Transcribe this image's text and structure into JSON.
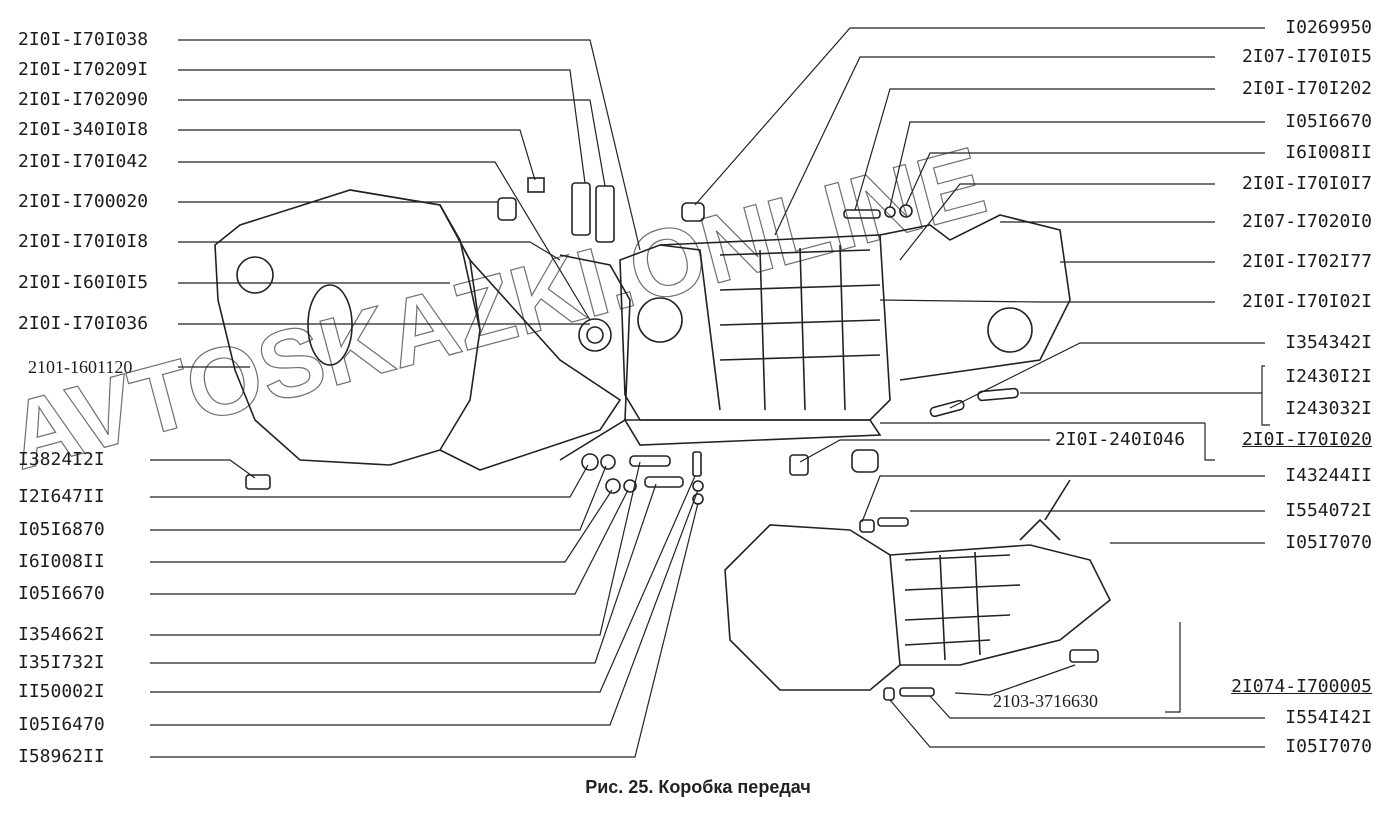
{
  "caption": "Рис. 25. Коробка передач",
  "watermark": "AVTOSKAZKI.ONLINE",
  "left_labels": [
    "2I0I-I70I038",
    "2I0I-I70209I",
    "2I0I-I702090",
    "2I0I-340I0I8",
    "2I0I-I70I042",
    "2I0I-I700020",
    "2I0I-I70I0I8",
    "2I0I-I60I0I5",
    "2I0I-I70I036",
    "2101-1601120",
    "I3824I2I",
    "I2I647II",
    "I05I6870",
    "I6I008II",
    "I05I6670",
    "I354662I",
    "I35I732I",
    "II50002I",
    "I05I6470",
    "I58962II"
  ],
  "right_labels": [
    "I0269950",
    "2I07-I70I0I5",
    "2I0I-I70I202",
    "I05I6670",
    "I6I008II",
    "2I0I-I70I0I7",
    "2I07-I7020I0",
    "2I0I-I702I77",
    "2I0I-I70I02I",
    "I354342I",
    "I2430I2I",
    "I243032I",
    "2I0I-I70I020",
    "I43244II",
    "I554072I",
    "I05I7070",
    "2I074-I700005",
    "I554I42I",
    "I05I7070"
  ],
  "inline_labels": {
    "cover_gasket": "2I0I-240I046",
    "sensor": "2103-3716630"
  }
}
